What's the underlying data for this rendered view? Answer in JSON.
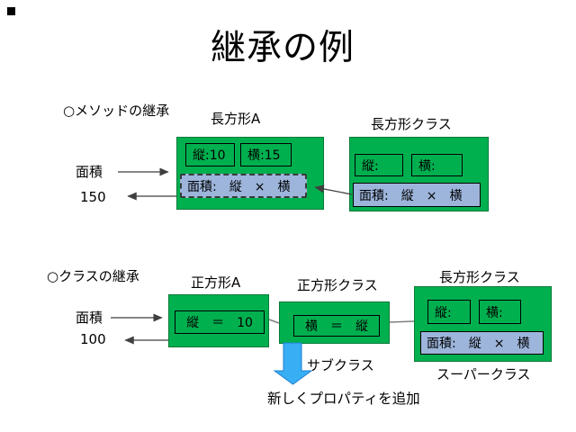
{
  "slide": {
    "title": "継承の例"
  },
  "colors": {
    "green_fill": "#00B04F",
    "green_border": "#067A3A",
    "inner_border": "#000000",
    "blue_fill": "#9DB5DB",
    "blue_border": "#3A3A3A",
    "arrow": "#3F3F3F",
    "connector": "#7F7F7F",
    "big_arrow_fill": "#38AEF5",
    "big_arrow_border": "#1B80CF",
    "text": "#000000"
  },
  "method_section": {
    "heading": "○メソッドの継承",
    "io": {
      "input_label": "面積",
      "output_value": "150"
    },
    "instance_box": {
      "title": "長方形A",
      "field_height": "縦:10",
      "field_width": "横:15",
      "method": "面積:　縦　×　横"
    },
    "class_box": {
      "title": "長方形クラス",
      "field_height": "縦:",
      "field_width": "横:",
      "method": "面積:　縦　×　横"
    }
  },
  "class_section": {
    "heading": "○クラスの継承",
    "io": {
      "input_label": "面積",
      "output_value": "100"
    },
    "instance_box": {
      "title": "正方形A",
      "field": "縦　＝　10"
    },
    "subclass_box": {
      "title": "正方形クラス",
      "field": "横　＝　縦"
    },
    "superclass_box": {
      "title": "長方形クラス",
      "field_height": "縦:",
      "field_width": "横:",
      "method": "面積:　縦　×　横"
    },
    "labels": {
      "subclass": "サブクラス",
      "superclass": "スーパークラス",
      "annotation": "新しくプロパティを追加"
    }
  }
}
